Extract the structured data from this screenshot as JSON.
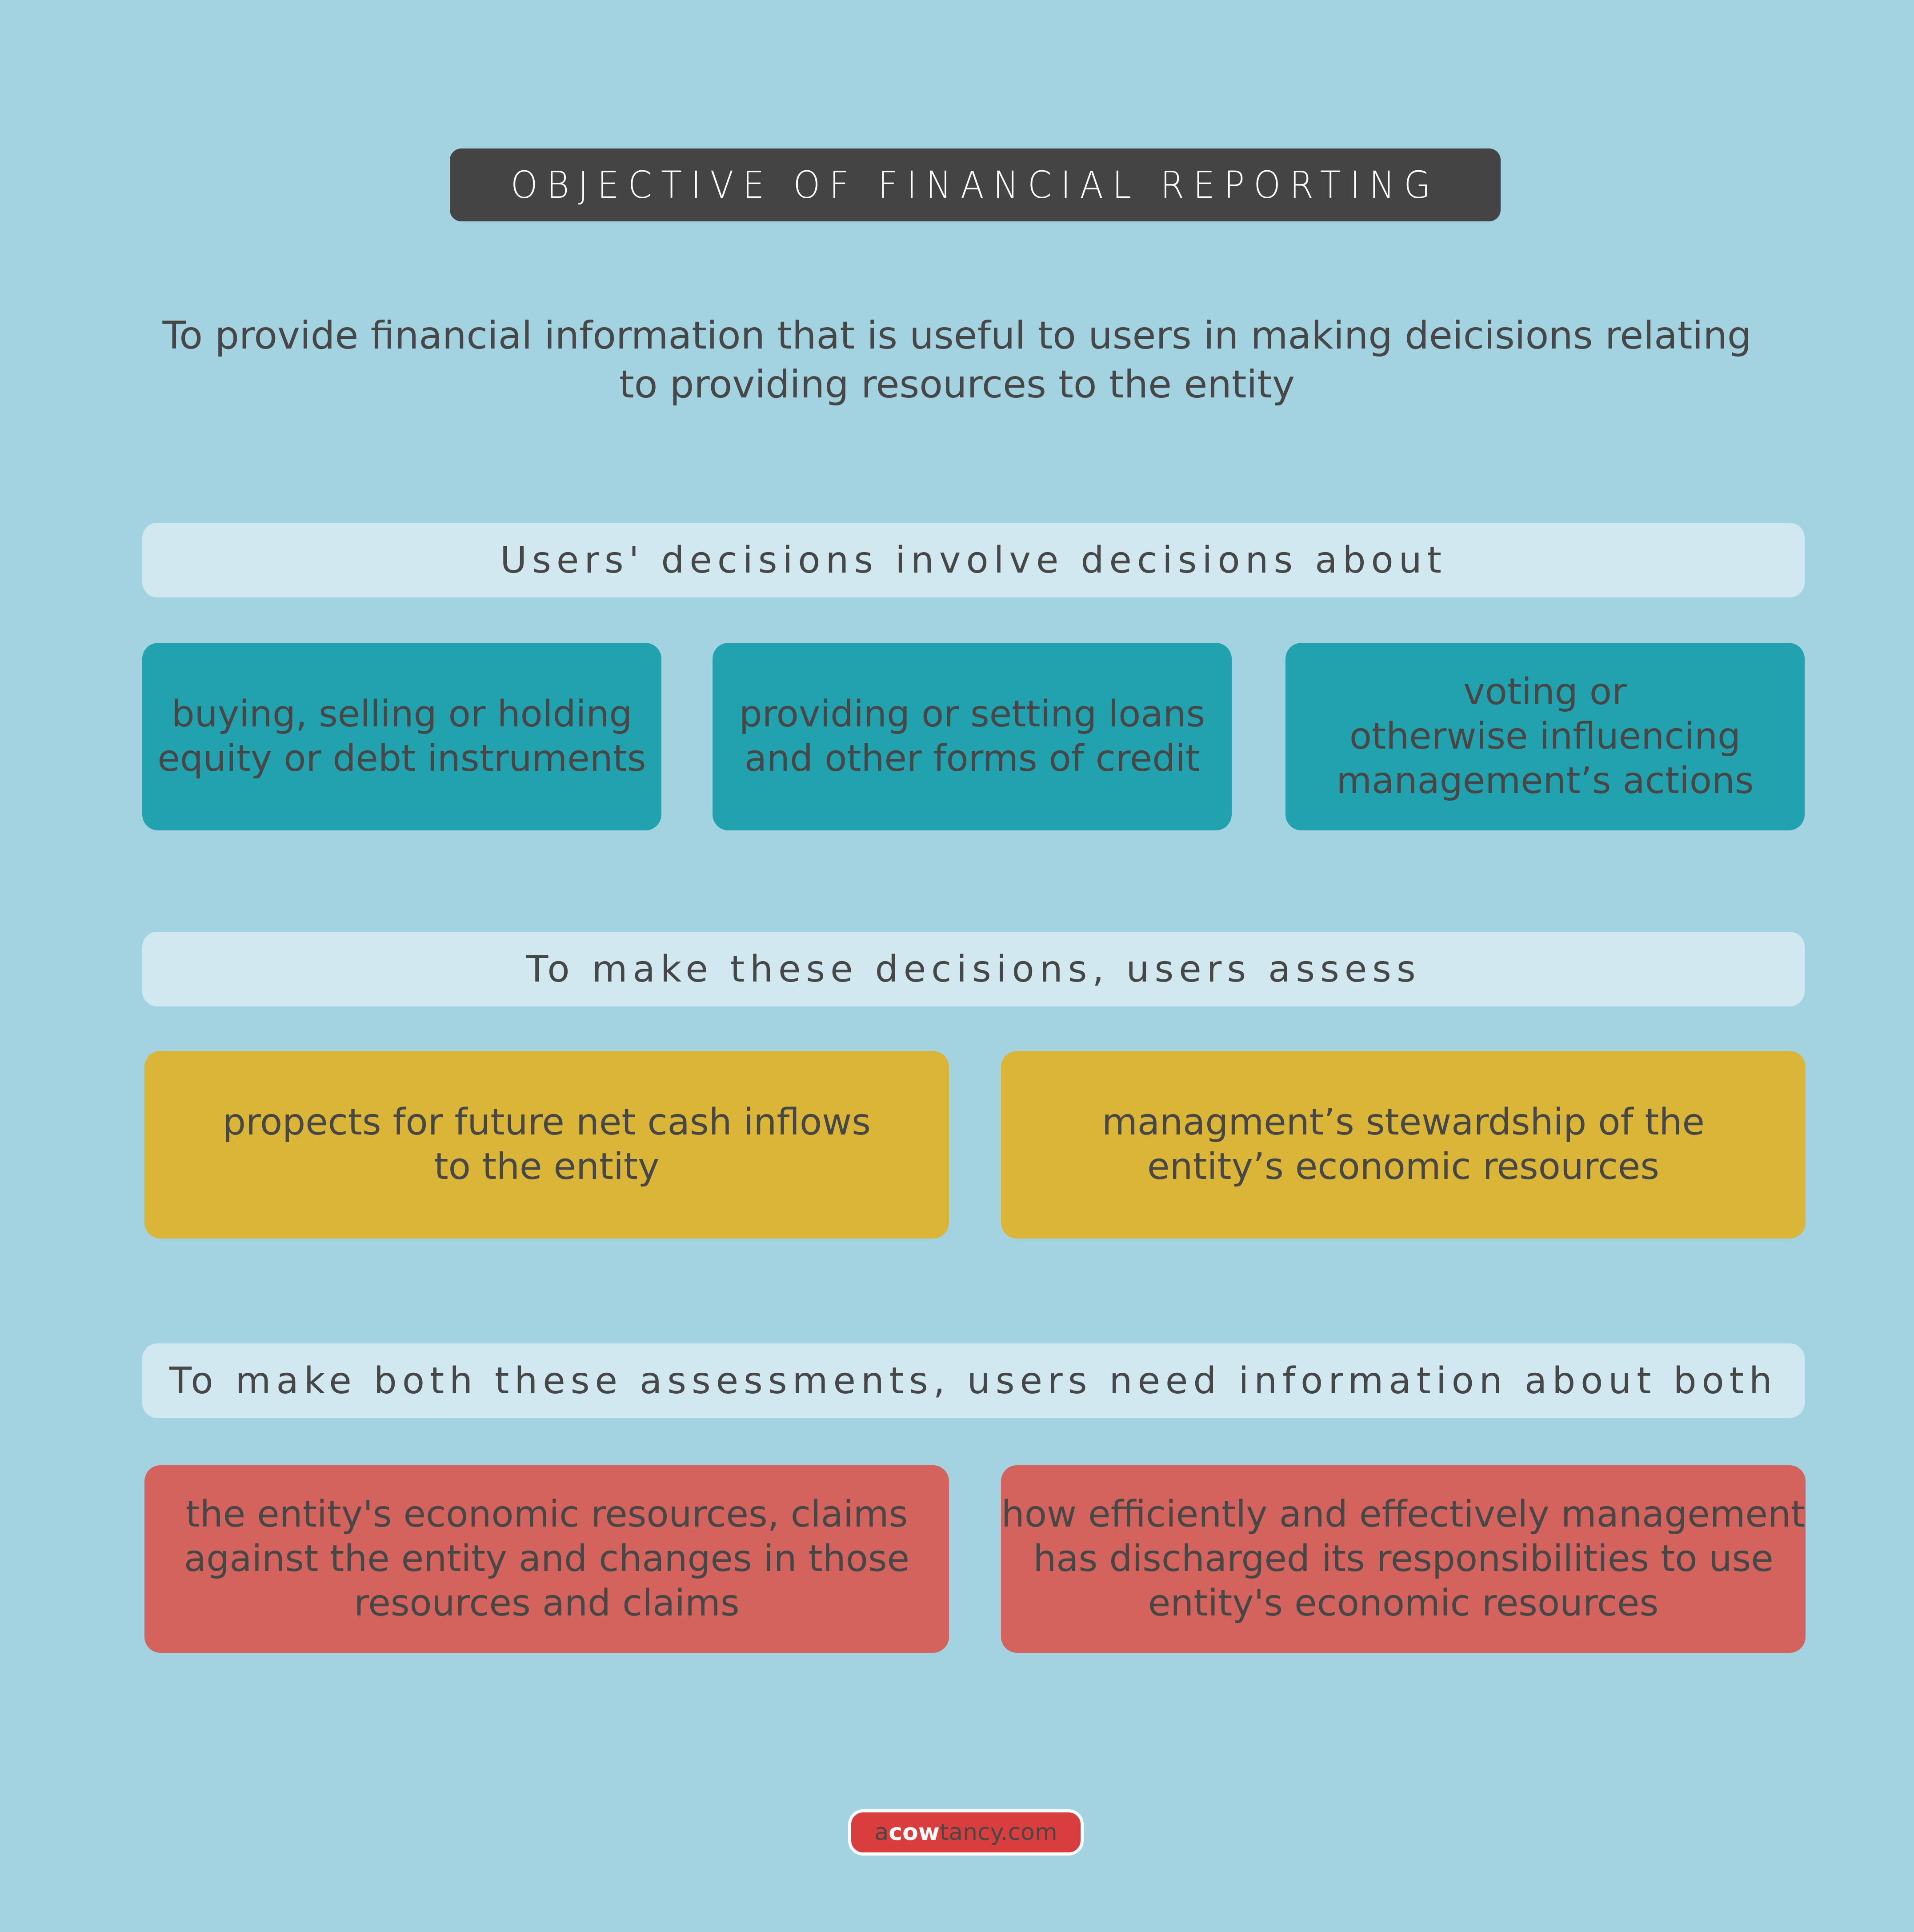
{
  "title": "OBJECTIVE OF FINANCIAL REPORTING",
  "intro": {
    "line1": "To provide financial information that is useful to users in making deicisions relating",
    "line2": "to providing resources to the entity"
  },
  "sections": [
    {
      "header": "Users' decisions involve decisions about",
      "color": "#21a2ae",
      "cards": [
        {
          "lines": [
            "buying, selling or holding",
            "equity or debt instruments"
          ]
        },
        {
          "lines": [
            "providing or setting loans",
            "and other forms of credit"
          ]
        },
        {
          "lines": [
            "voting or",
            "otherwise influencing",
            "management’s actions"
          ]
        }
      ]
    },
    {
      "header": "To make these decisions, users assess",
      "color": "#dbb537",
      "cards": [
        {
          "lines": [
            "propects for future net cash inflows",
            "to the entity"
          ]
        },
        {
          "lines": [
            "managment’s stewardship of the",
            "entity’s economic resources"
          ]
        }
      ]
    },
    {
      "header": "To make both these assessments, users need information about both",
      "color": "#d3635c",
      "cards": [
        {
          "lines": [
            "the entity's economic resources, claims",
            "against the entity and changes in those",
            "resources and claims"
          ]
        },
        {
          "lines": [
            "how efficiently and effectively management",
            "has discharged its responsibilities to use",
            "entity's economic resources"
          ]
        }
      ]
    }
  ],
  "footer": {
    "brand_prefix": "a",
    "brand_bold": "cow",
    "brand_suffix": "tancy.com",
    "brand_color": "#d93d3e"
  },
  "colors": {
    "background": "#a3d2e1",
    "title_bar": "#444444",
    "section_header": "#d2e8f0",
    "text": "#474747"
  }
}
